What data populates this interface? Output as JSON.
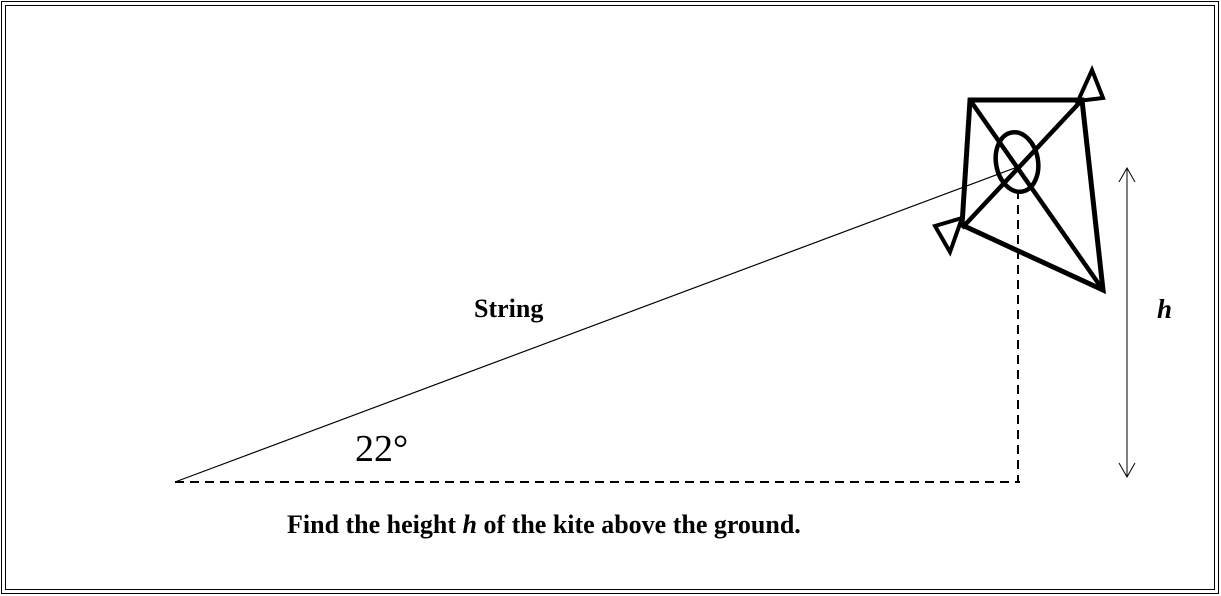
{
  "labels": {
    "string": "String",
    "angle": "22°",
    "height_var": "h"
  },
  "question": {
    "before": "Find the height ",
    "var": "h",
    "after": " of the kite above the ground."
  }
}
